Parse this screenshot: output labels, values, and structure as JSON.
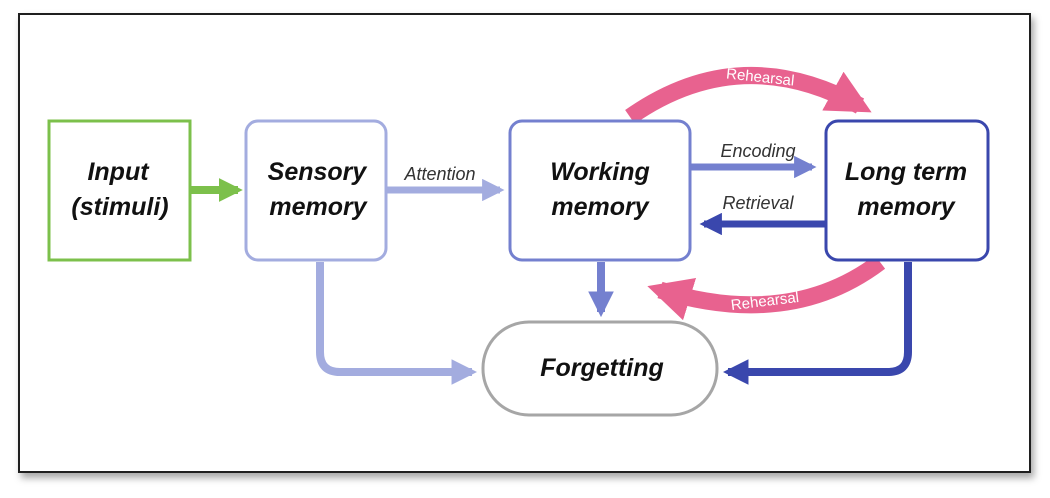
{
  "nodes": {
    "input": {
      "line1": "Input",
      "line2": "(stimuli)"
    },
    "sensory": {
      "line1": "Sensory",
      "line2": "memory"
    },
    "working": {
      "line1": "Working",
      "line2": "memory"
    },
    "longterm": {
      "line1": "Long term",
      "line2": "memory"
    },
    "forgetting": {
      "label": "Forgetting"
    }
  },
  "edges": {
    "attention": "Attention",
    "encoding": "Encoding",
    "retrieval": "Retrieval",
    "rehearsal_top": "Rehearsal",
    "rehearsal_bottom": "Rehearsal"
  },
  "colors": {
    "input": "#7cc04b",
    "sensory": "#a3acdf",
    "working": "#7480cf",
    "longterm": "#3a47ad",
    "forgetting": "#a6a6a6",
    "rehearsal": "#e8628f"
  }
}
